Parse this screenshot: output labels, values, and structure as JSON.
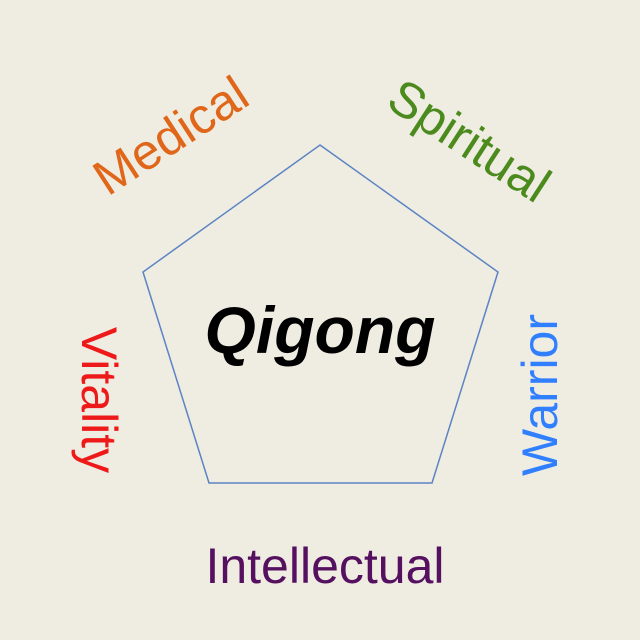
{
  "center": {
    "label": "Qigong",
    "color": "#000000"
  },
  "shape": {
    "stroke": "#5b84c4"
  },
  "labels": {
    "medical": {
      "text": "Medical",
      "color": "#e0661a"
    },
    "spiritual": {
      "text": "Spiritual",
      "color": "#4b8a1c"
    },
    "warrior": {
      "text": "Warrior",
      "color": "#2f7fff"
    },
    "intellectual": {
      "text": "Intellectual",
      "color": "#561060"
    },
    "vitality": {
      "text": "Vitality",
      "color": "#ee1a1a"
    }
  }
}
